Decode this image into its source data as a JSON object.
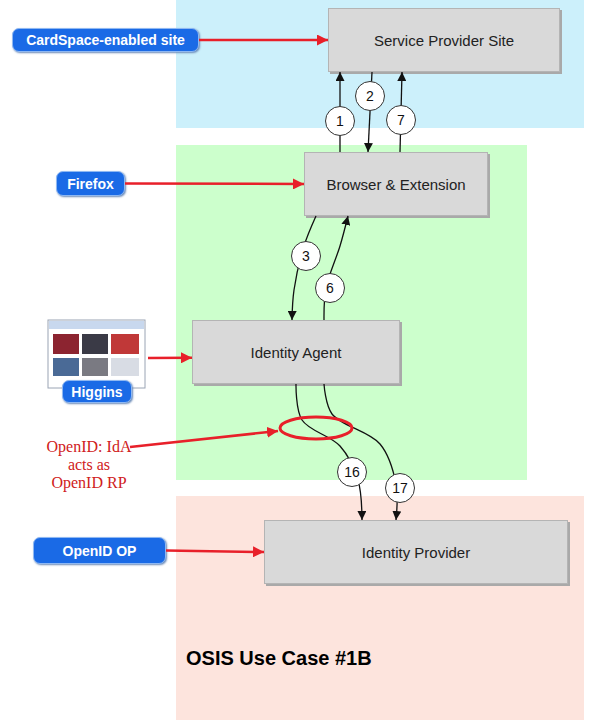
{
  "diagram": {
    "nodes": [
      {
        "text": [
          "CardSpace-enabled site"
        ]
      },
      {
        "text": [
          "Service Provider Site"
        ]
      },
      {
        "text": [
          "Firefox"
        ]
      },
      {
        "text": [
          "Browser & Extension"
        ]
      },
      {
        "text": [
          "Higgins"
        ]
      },
      {
        "text": [
          "Identity Agent"
        ]
      },
      {
        "text": [
          "OSIS Use Case #1B"
        ]
      },
      {
        "text": [
          "OpenID OP"
        ]
      },
      {
        "text": [
          "Identity Provider"
        ],
        "in": 6
      }
    ],
    "edges": [
      {
        "from": 0,
        "to": 1,
        "arrow": "to"
      },
      {
        "from": 2,
        "to": 3,
        "arrow": "to"
      },
      {
        "from": 4,
        "to": 5,
        "arrow": "to"
      },
      {
        "from": 7,
        "to": 8,
        "arrow": "to"
      },
      {
        "from": 3,
        "to": 1,
        "label": "1",
        "arrow": "to"
      },
      {
        "from": 1,
        "to": 3,
        "label": "2",
        "arrow": "to"
      },
      {
        "from": 3,
        "to": 1,
        "label": "7",
        "arrow": "to"
      },
      {
        "from": 3,
        "to": 5,
        "label": "3",
        "arrow": "to"
      },
      {
        "from": 5,
        "to": 3,
        "label": "6",
        "arrow": "to"
      },
      {
        "from": 5,
        "to": 8,
        "label": "16",
        "arrow": "to"
      },
      {
        "from": 5,
        "to": 8,
        "label": "17",
        "arrow": "to"
      }
    ],
    "labels": [
      "OpenID: IdA acts as OpenID RP"
    ]
  }
}
